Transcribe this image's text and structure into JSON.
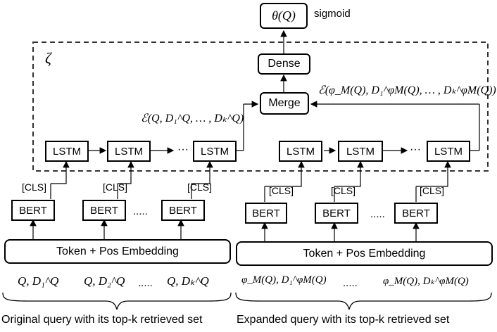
{
  "top": {
    "output_box": "θ(Q)",
    "sigmoid_label": "sigmoid"
  },
  "module": {
    "symbol": "ζ",
    "dense": "Dense",
    "merge": "Merge",
    "left_embed": "ℰ(Q, D₁^Q, … , Dₖ^Q)",
    "right_embed": "ℰ(φ_M(Q), D₁^φM(Q), … , Dₖ^φM(Q))"
  },
  "lstm": {
    "label": "LSTM",
    "dots": "···"
  },
  "bert": {
    "label": "BERT",
    "cls": "[CLS]",
    "dots": "....."
  },
  "embedding": {
    "left": "Token + Pos Embedding",
    "right": "Token + Pos Embedding"
  },
  "inputs": {
    "left": [
      "Q, D₁^Q",
      "Q, D₂^Q",
      "Q, Dₖ^Q"
    ],
    "right": [
      "φ_M(Q), D₁^φM(Q)",
      "φ_M(Q), Dₖ^φM(Q)"
    ],
    "dots": "....."
  },
  "captions": {
    "left": "Original query with its top-k retrieved set",
    "right": "Expanded query with its top-k retrieved set"
  }
}
